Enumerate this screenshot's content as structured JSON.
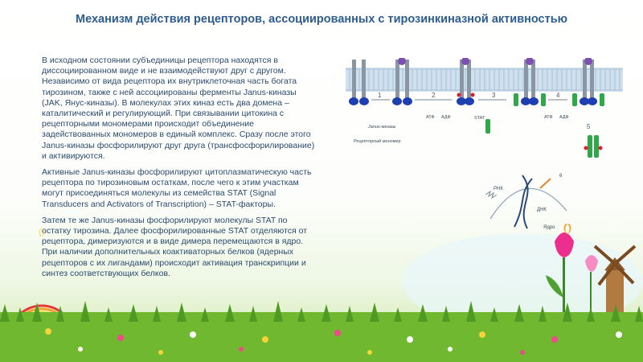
{
  "slide": {
    "title": "Механизм действия рецепторов, ассоциированных с тирозинкиназной активностью"
  },
  "body": {
    "paragraph_1": "В исходном состоянии субъединицы рецептора находятся в диссоциированном виде и не взаимодействуют друг с другом. Независимо от вида рецептора их внутриклеточная часть богата тирозином, также с ней ассоциированы ферменты Janus-киназы (JAK, Янус-киназы). В молекулах этих киназ есть два домена – каталитический и регулирующий. При связывании цитокина с рецепторными мономерами происходит объединение задействованных мономеров в единый комплекс. Сразу после этого Janus-киназы фосфорилируют друг друга (трансфосфорилирование) и активируются.",
    "paragraph_2": "Активные Janus-киназы фосфорилируют цитоплазматическую часть рецептора по тирозиновым остаткам, после чего к этим участкам могут присоединяться молекулы из семейства STAT (Signal Transducers and Activators of Transcription) – STAT-факторы.",
    "paragraph_3": "Затем те же Janus-киназы фосфорилируют молекулы STAT по остатку тирозина. Далее фосфорилированные STAT отделяются от рецептора, димеризуются и в виде димера перемещаются в ядро. При наличии дополнительных коактиваторных белков (ядерных рецепторов с их лигандами) происходит активация транскрипции и синтез соответствующих белков."
  },
  "diagram": {
    "steps": [
      "1",
      "2",
      "3",
      "4",
      "5",
      "6"
    ],
    "labels": {
      "atp_1": "АТФ",
      "adp_1": "АДФ",
      "atp_2": "АТФ",
      "adp_2": "АДФ",
      "stat": "STAT",
      "janus": "Janus-киназы",
      "receptor": "Рецепторный мономер",
      "rna": "РНК",
      "dna": "ДНК",
      "nucleus": "Ядро"
    }
  },
  "colors": {
    "title": "#2d5d8f",
    "text": "#2c4a6e",
    "receptor_grey": "#8a96a3",
    "kinase_blue": "#1f3fb0",
    "phosphate_red": "#d8202a",
    "stat_green": "#2fa84a",
    "membrane_blue": "#b8cfe3",
    "arrow_orange": "#e0862a"
  }
}
